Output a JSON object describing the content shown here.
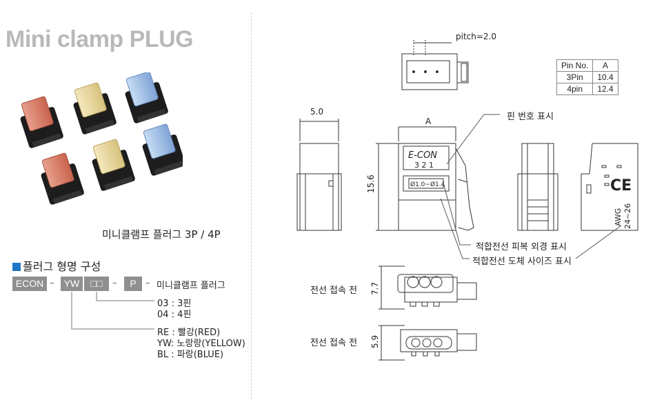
{
  "title": "Mini clamp PLUG",
  "caption": "미니클램프 플러그   3P / 4P",
  "section_title": "플러그 형명 구성",
  "code_parts": [
    "ECON",
    "YW",
    "□□",
    "P"
  ],
  "code_sep": "–",
  "code_desc": "미니클램프 플러그",
  "pin_options": [
    "03 : 3핀",
    "04 : 4핀"
  ],
  "color_options": [
    "RE : 빨강(RED)",
    "YW: 노랑랑(YELLOW)",
    "BL : 파랑(BLUE)"
  ],
  "drawing": {
    "pitch": "pitch=2.0",
    "dim_width": "5.0",
    "dim_a": "A",
    "dim_height": "15.6",
    "brand": "E-CON",
    "pins": "3 2 1",
    "wire_range": "Ø1.0~Ø1.4",
    "pin_no_label": "핀 번호 표시",
    "outer_label": "적합전선 피복 외경 표시",
    "size_label": "적합전선 도체 사이즈 표시",
    "awg": "AWG",
    "awg_range": "24~26",
    "ce": "CE",
    "before_label_1": "전선 접속  전",
    "dim_77": "7.7",
    "before_label_2": "전선 접속  전",
    "dim_59": "5.9"
  },
  "pin_table": {
    "headers": [
      "Pin No.",
      "A"
    ],
    "rows": [
      [
        "3Pin",
        "10.4"
      ],
      [
        "4pin",
        "12.4"
      ]
    ]
  },
  "colors": {
    "red": "#d9826f",
    "yellow": "#ead9a0",
    "blue": "#9ec0e6",
    "housing": "#222222",
    "accent": "#1f78c8"
  }
}
